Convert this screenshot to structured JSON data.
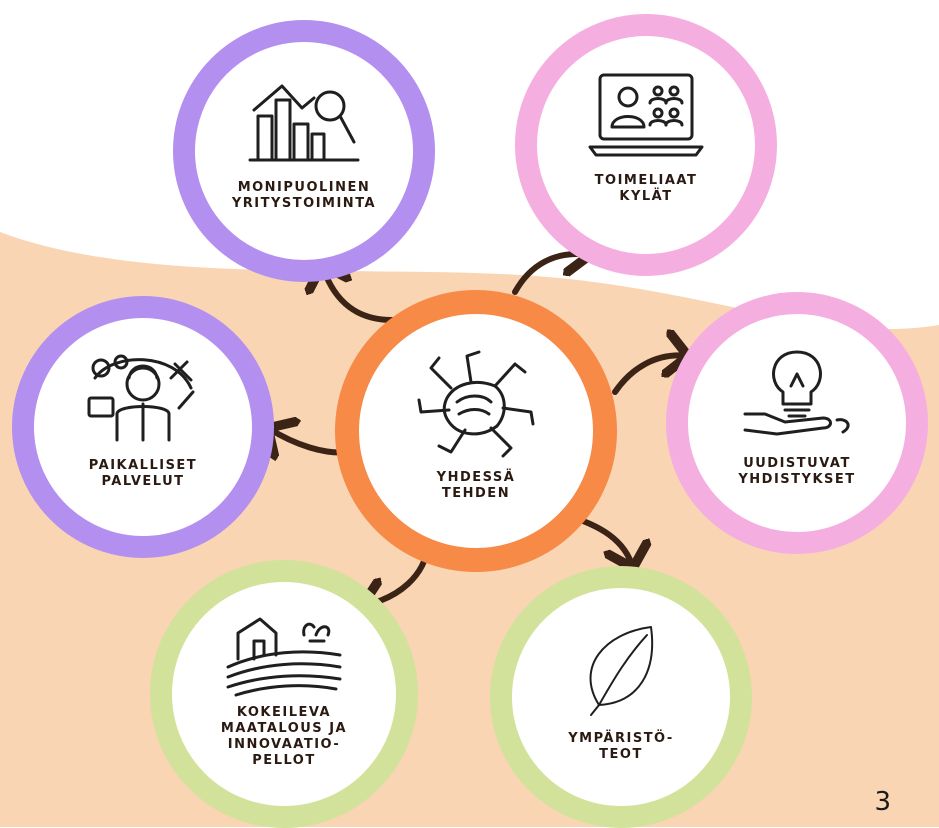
{
  "colors": {
    "background": "#ffffff",
    "wave": "#f9d5b3",
    "purple": "#b38ff0",
    "pink": "#f5aee0",
    "green": "#d2e29a",
    "orange": "#f68a46",
    "arrow": "#3b2416"
  },
  "center": {
    "label": "YHDESSÄ\nTEHDEN",
    "icon": "joined-hands-icon"
  },
  "nodes": {
    "top_left": {
      "label": "MONIPUOLINEN\nYRITYSTOIMINTA",
      "icon": "growth-chart-magnifier-icon",
      "color": "purple"
    },
    "top_right": {
      "label": "TOIMELIAAT\nKYLÄT",
      "icon": "video-meeting-laptop-icon",
      "color": "pink"
    },
    "left": {
      "label": "PAIKALLISET\nPALVELUT",
      "icon": "service-worker-tools-icon",
      "color": "purple"
    },
    "right": {
      "label": "UUDISTUVAT\nYHDISTYKSET",
      "icon": "lightbulb-hand-icon",
      "color": "pink"
    },
    "bottom_left": {
      "label": "KOKEILEVA\nMAATALOUS JA\nINNOVAATIO-\nPELLOT",
      "icon": "farm-field-icon",
      "color": "green"
    },
    "bottom_right": {
      "label": "YMPÄRISTÖ-\nTEOT",
      "icon": "leaf-icon",
      "color": "green"
    }
  },
  "page_number": "3"
}
